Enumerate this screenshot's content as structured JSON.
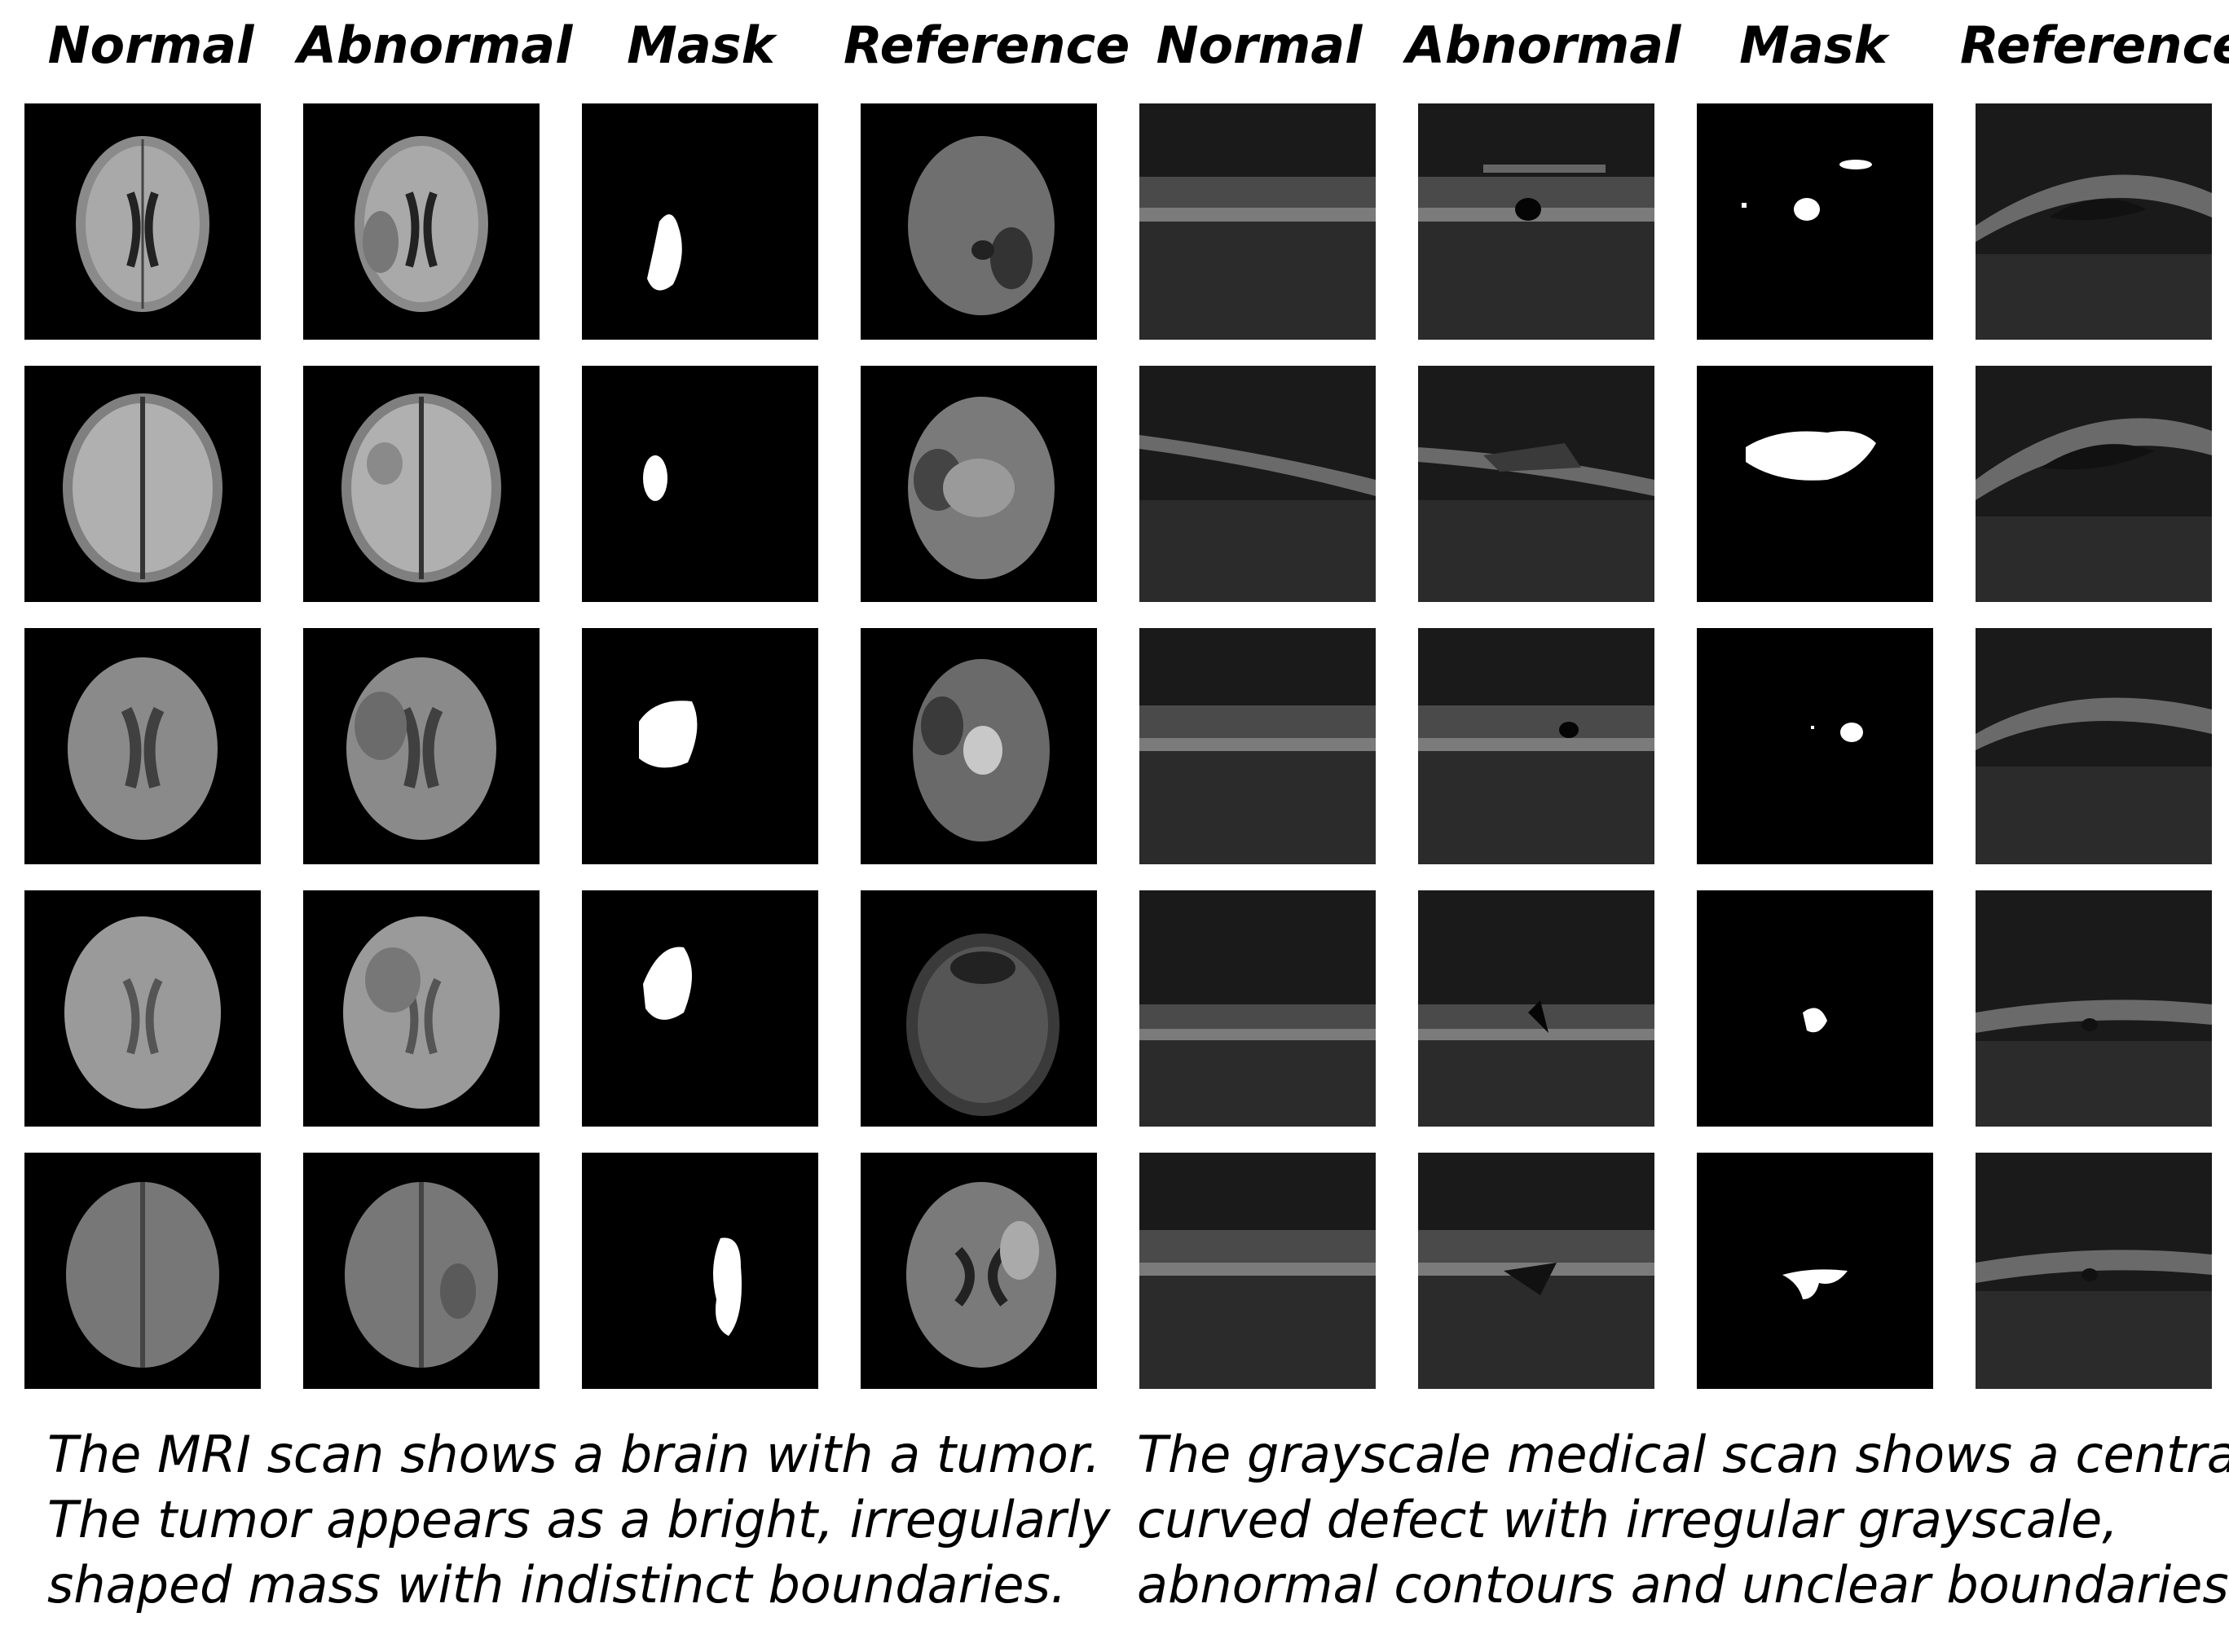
{
  "column_headers": [
    "Normal",
    "Abnormal",
    "Mask",
    "Reference",
    "Normal",
    "Abnormal",
    "Mask",
    "Reference"
  ],
  "left_caption": [
    "The MRI scan shows a brain with a tumor.",
    "The tumor appears as a bright, irregularly",
    "shaped mass with indistinct boundaries."
  ],
  "right_caption": [
    "The grayscale medical scan shows a central",
    "curved defect with irregular grayscale,",
    "abnormal contours and unclear boundaries."
  ]
}
